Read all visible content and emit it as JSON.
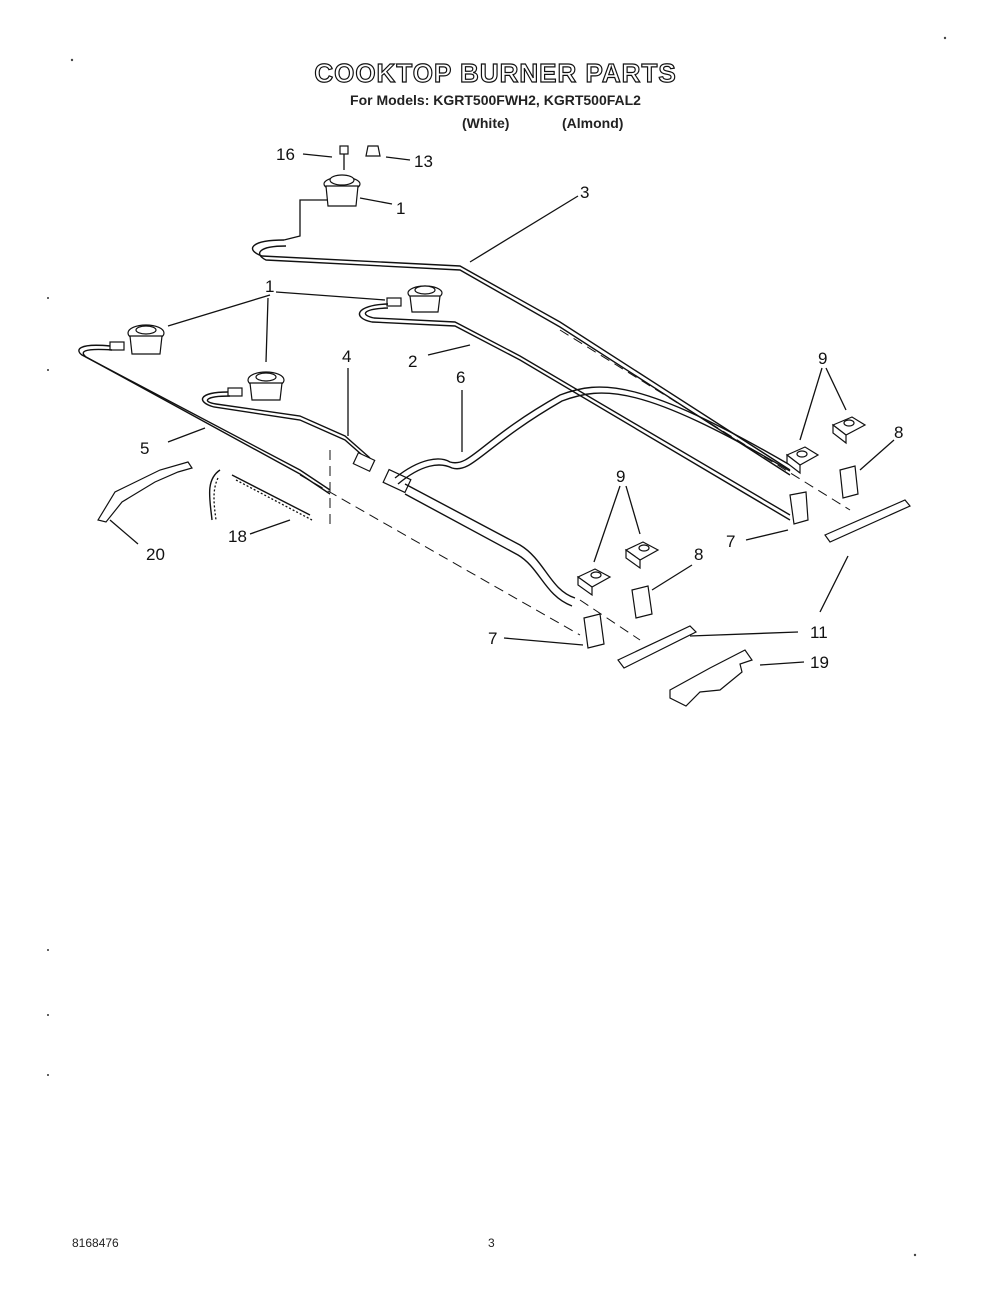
{
  "header": {
    "title": "COOKTOP BURNER PARTS",
    "subtitle": "For Models: KGRT500FWH2, KGRT500FAL2",
    "variant_white": "(White)",
    "variant_almond": "(Almond)"
  },
  "callouts": {
    "c1": "1",
    "c2": "2",
    "c3": "3",
    "c4": "4",
    "c5": "5",
    "c6": "6",
    "c7": "7",
    "c8": "8",
    "c9": "9",
    "c11": "11",
    "c13": "13",
    "c16": "16",
    "c18": "18",
    "c19": "19",
    "c20": "20"
  },
  "footer": {
    "doc_number": "8168476",
    "page_number": "3"
  }
}
